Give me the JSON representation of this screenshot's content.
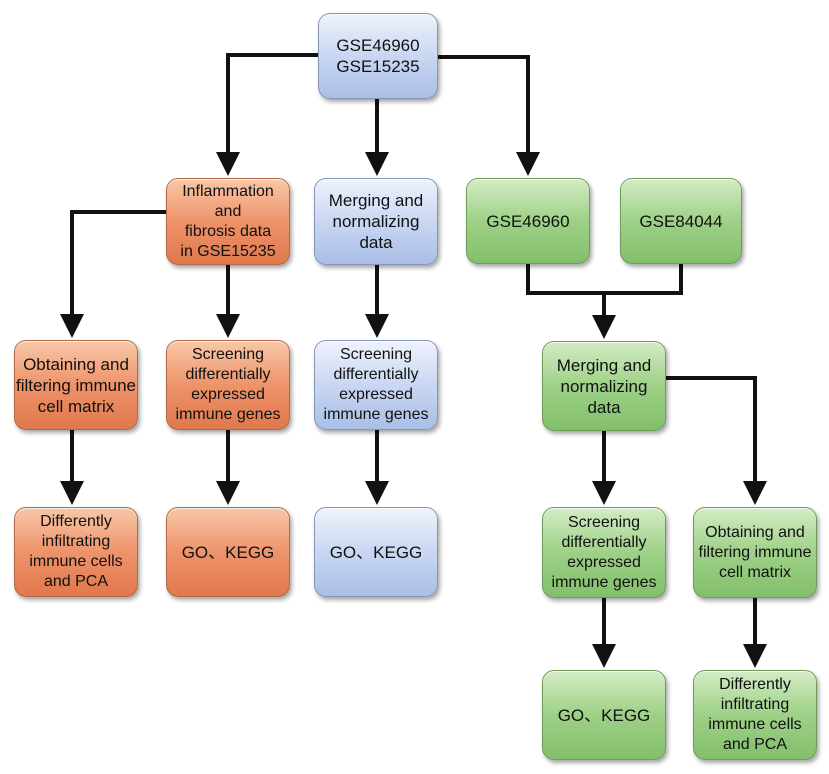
{
  "diagram": {
    "nodes": {
      "root": {
        "label": "GSE46960\nGSE15235",
        "color": "blue"
      },
      "inflammation": {
        "label": "Inflammation\nand\nfibrosis data\nin GSE15235",
        "color": "orange"
      },
      "merge_mid": {
        "label": "Merging and\nnormalizing\ndata",
        "color": "blue"
      },
      "gse46960_right": {
        "label": "GSE46960",
        "color": "green"
      },
      "gse84044": {
        "label": "GSE84044",
        "color": "green"
      },
      "obtain_left": {
        "label": "Obtaining and\nfiltering immune\ncell matrix",
        "color": "orange"
      },
      "screen_left": {
        "label": "Screening\ndifferentially\nexpressed\nimmune genes",
        "color": "orange"
      },
      "screen_mid": {
        "label": "Screening\ndifferentially\nexpressed\nimmune genes",
        "color": "blue"
      },
      "merge_right": {
        "label": "Merging and\nnormalizing\ndata",
        "color": "green"
      },
      "diff_left": {
        "label": "Differently\ninfiltrating\nimmune cells\nand PCA",
        "color": "orange"
      },
      "go_left": {
        "label": "GO、KEGG",
        "color": "orange"
      },
      "go_mid": {
        "label": "GO、KEGG",
        "color": "blue"
      },
      "screen_right": {
        "label": "Screening\ndifferentially\nexpressed\nimmune genes",
        "color": "green"
      },
      "obtain_right": {
        "label": "Obtaining and\nfiltering immune\ncell matrix",
        "color": "green"
      },
      "go_right": {
        "label": "GO、KEGG",
        "color": "green"
      },
      "diff_right": {
        "label": "Differently\ninfiltrating\nimmune cells\nand PCA",
        "color": "green"
      }
    },
    "edges": [
      [
        "root",
        "inflammation"
      ],
      [
        "root",
        "merge_mid"
      ],
      [
        "root",
        "gse46960_right"
      ],
      [
        "inflammation",
        "obtain_left"
      ],
      [
        "inflammation",
        "screen_left"
      ],
      [
        "merge_mid",
        "screen_mid"
      ],
      [
        "gse46960_right",
        "merge_right"
      ],
      [
        "gse84044",
        "merge_right"
      ],
      [
        "obtain_left",
        "diff_left"
      ],
      [
        "screen_left",
        "go_left"
      ],
      [
        "screen_mid",
        "go_mid"
      ],
      [
        "merge_right",
        "screen_right"
      ],
      [
        "merge_right",
        "obtain_right"
      ],
      [
        "screen_right",
        "go_right"
      ],
      [
        "obtain_right",
        "diff_right"
      ]
    ]
  }
}
